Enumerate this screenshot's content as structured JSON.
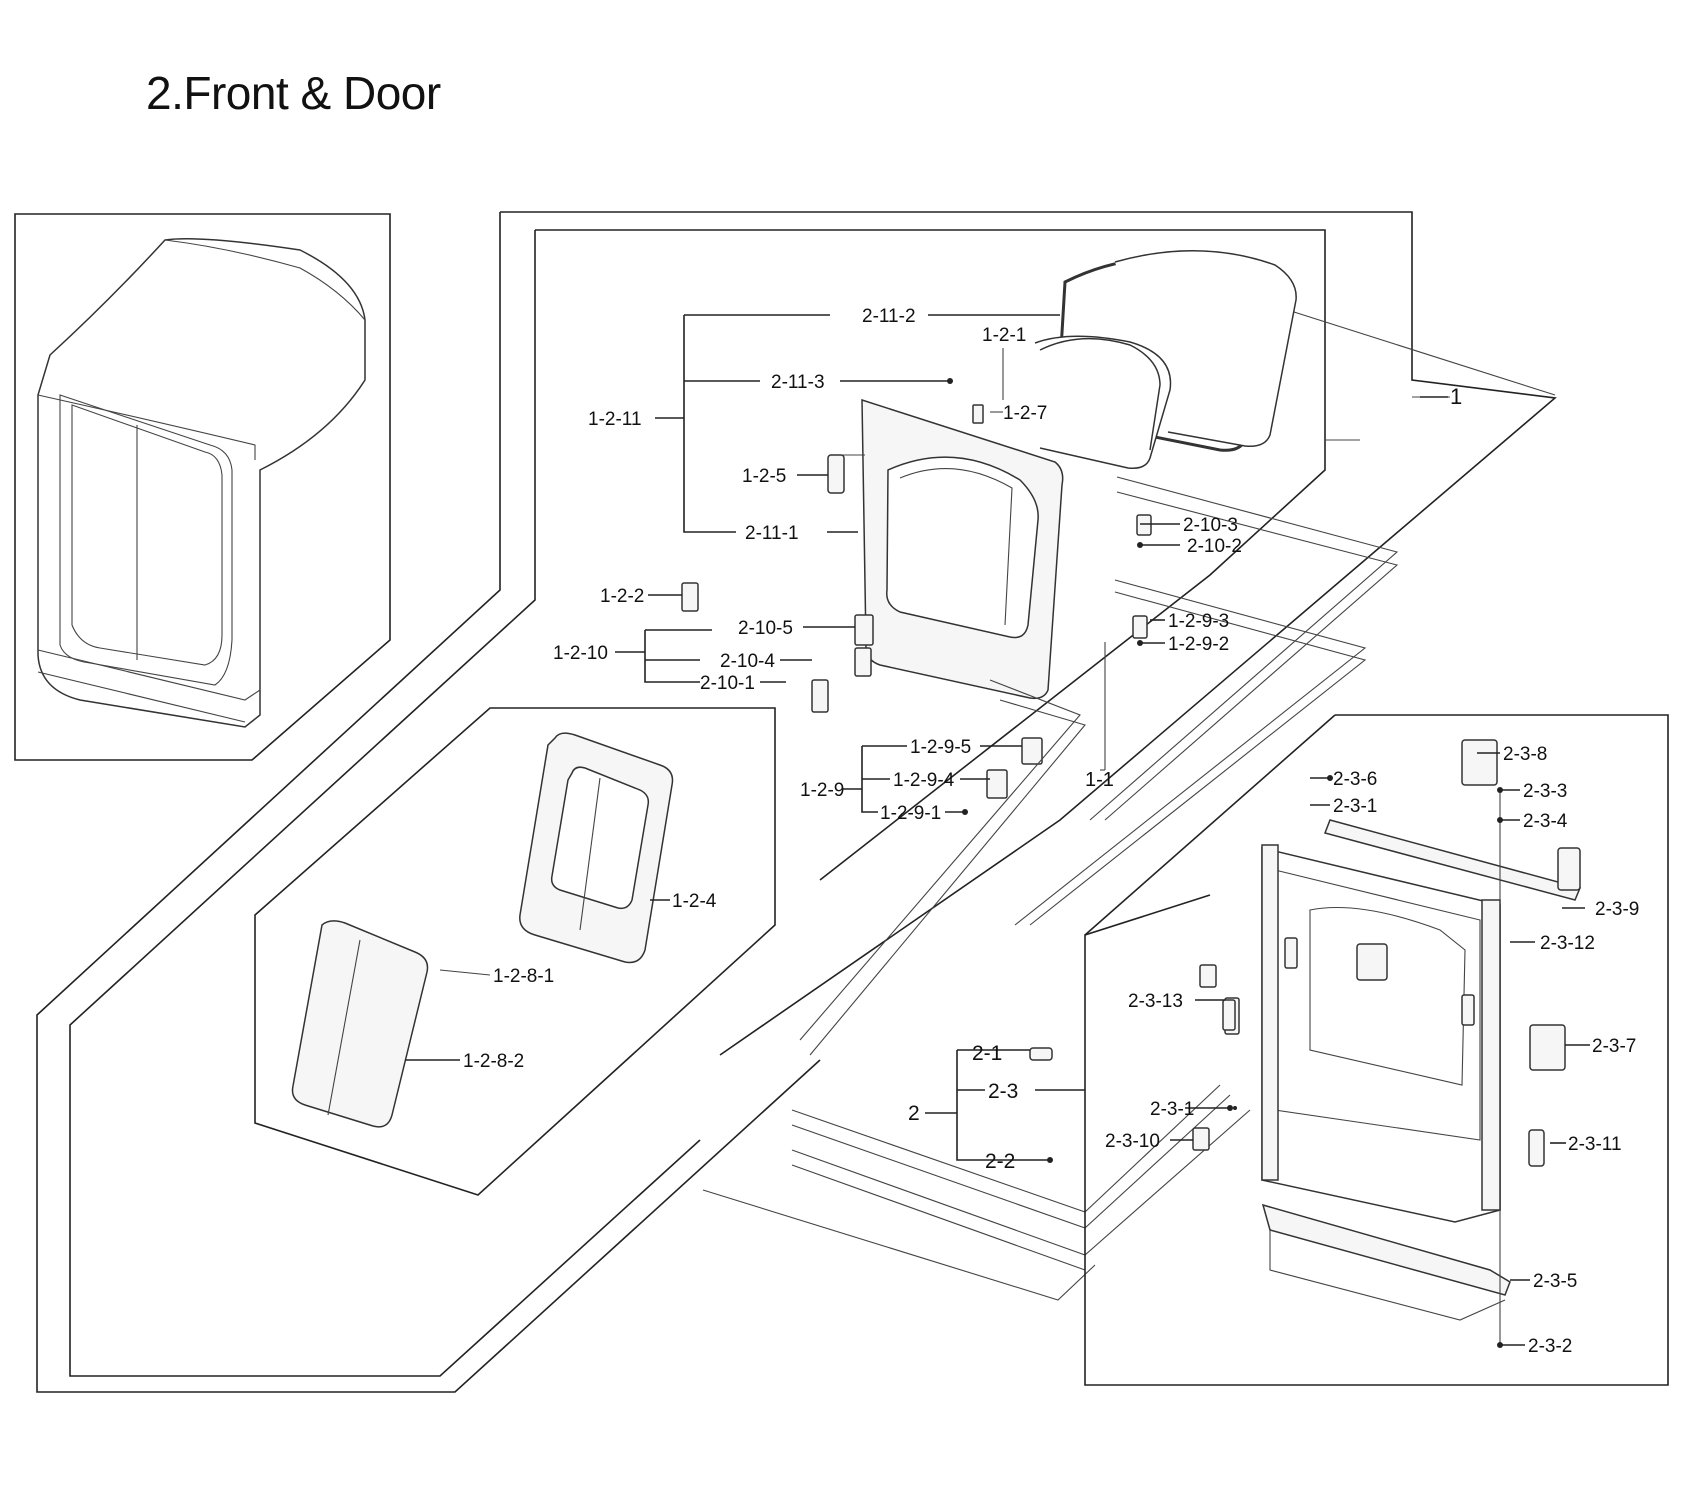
{
  "title": "2.Front & Door",
  "callouts": [
    {
      "id": "c-2-11-2",
      "label": "2-11-2"
    },
    {
      "id": "c-1-2-1",
      "label": "1-2-1"
    },
    {
      "id": "c-2-11-3",
      "label": "2-11-3"
    },
    {
      "id": "c-1-2-7",
      "label": "1-2-7"
    },
    {
      "id": "c-1-2-11",
      "label": "1-2-11"
    },
    {
      "id": "c-1",
      "label": "1"
    },
    {
      "id": "c-1-2-5",
      "label": "1-2-5"
    },
    {
      "id": "c-2-11-1",
      "label": "2-11-1"
    },
    {
      "id": "c-2-10-3",
      "label": "2-10-3"
    },
    {
      "id": "c-2-10-2",
      "label": "2-10-2"
    },
    {
      "id": "c-1-2-2",
      "label": "1-2-2"
    },
    {
      "id": "c-2-10-5",
      "label": "2-10-5"
    },
    {
      "id": "c-1-2-9-3",
      "label": "1-2-9-3"
    },
    {
      "id": "c-1-2-10",
      "label": "1-2-10"
    },
    {
      "id": "c-1-2-9-2",
      "label": "1-2-9-2"
    },
    {
      "id": "c-2-10-4",
      "label": "2-10-4"
    },
    {
      "id": "c-2-10-1",
      "label": "2-10-1"
    },
    {
      "id": "c-1-2-9-5",
      "label": "1-2-9-5"
    },
    {
      "id": "c-2-3-8",
      "label": "2-3-8"
    },
    {
      "id": "c-1-1",
      "label": "1-1"
    },
    {
      "id": "c-1-2-9-4",
      "label": "1-2-9-4"
    },
    {
      "id": "c-1-2-9",
      "label": "1-2-9"
    },
    {
      "id": "c-2-3-6",
      "label": "2-3-6"
    },
    {
      "id": "c-2-3-3",
      "label": "2-3-3"
    },
    {
      "id": "c-1-2-9-1",
      "label": "1-2-9-1"
    },
    {
      "id": "c-2-3-1-top",
      "label": "2-3-1"
    },
    {
      "id": "c-2-3-4",
      "label": "2-3-4"
    },
    {
      "id": "c-1-2-4",
      "label": "1-2-4"
    },
    {
      "id": "c-2-3-9",
      "label": "2-3-9"
    },
    {
      "id": "c-2-3-12",
      "label": "2-3-12"
    },
    {
      "id": "c-1-2-8-1",
      "label": "1-2-8-1"
    },
    {
      "id": "c-2-3-13",
      "label": "2-3-13"
    },
    {
      "id": "c-2-3-7",
      "label": "2-3-7"
    },
    {
      "id": "c-2-1",
      "label": "2-1"
    },
    {
      "id": "c-1-2-8-2",
      "label": "1-2-8-2"
    },
    {
      "id": "c-2-3",
      "label": "2-3"
    },
    {
      "id": "c-2",
      "label": "2"
    },
    {
      "id": "c-2-3-1-bottom",
      "label": "2-3-1"
    },
    {
      "id": "c-2-3-11",
      "label": "2-3-11"
    },
    {
      "id": "c-2-3-10",
      "label": "2-3-10"
    },
    {
      "id": "c-2-2",
      "label": "2-2"
    },
    {
      "id": "c-2-3-5",
      "label": "2-3-5"
    },
    {
      "id": "c-2-3-2",
      "label": "2-3-2"
    }
  ]
}
